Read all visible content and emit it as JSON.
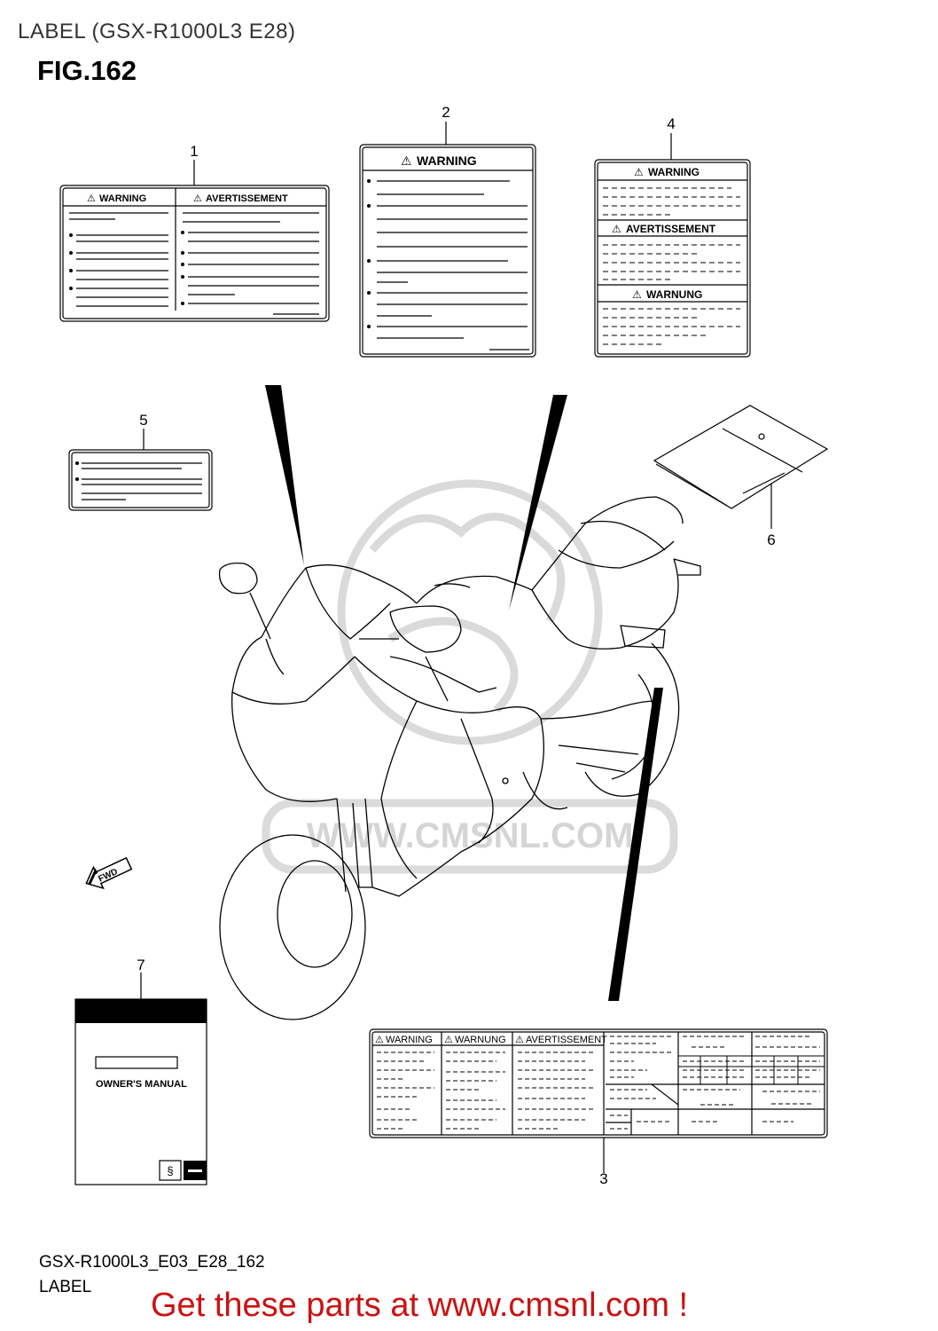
{
  "header": {
    "title": "LABEL (GSX-R1000L3 E28)",
    "fig": "FIG.162"
  },
  "watermark": {
    "url_text": "WWW.CMSNL.COM"
  },
  "callouts": [
    "1",
    "2",
    "3",
    "4",
    "5",
    "6",
    "7"
  ],
  "labels": {
    "warning": "WARNING",
    "avertissement": "AVERTISSEMENT",
    "warnung": "WARNUNG",
    "owners_manual": "OWNER'S MANUAL",
    "fwd": "FWD"
  },
  "footer": {
    "code": "GSX-R1000L3_E03_E28_162",
    "name": "LABEL",
    "promo": "Get these parts at www.cmsnl.com !"
  },
  "colors": {
    "line": "#000000",
    "promo": "#cc1111",
    "watermark": "#cfcfcf"
  }
}
